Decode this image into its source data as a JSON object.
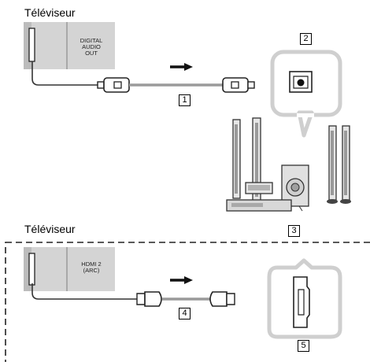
{
  "section1": {
    "tv_label": "Téléviseur",
    "port_label": "DIGITAL\nAUDIO\nOUT",
    "cable_number": "1",
    "device_number": "2",
    "system_number": "3"
  },
  "section2": {
    "tv_label": "Téléviseur",
    "port_label": "HDMI 2\n(ARC)",
    "cable_number": "4",
    "device_number": "5"
  }
}
